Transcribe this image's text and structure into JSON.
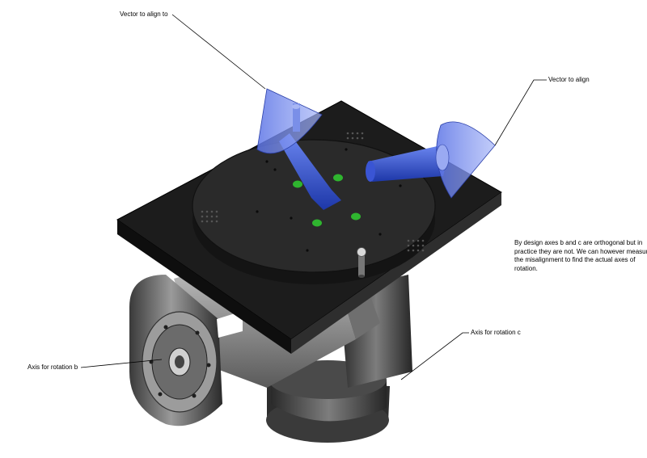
{
  "labels": {
    "vector_to_align_to": "Vector to align to",
    "vector_to_align": "Vector to align",
    "axis_b": "Axis for rotation b",
    "axis_c": "Axis for rotation c",
    "note": "By design axes b and c are orthogonal but in practice they are not. We can however measure the misalignment to find the actual axes of rotation."
  },
  "colors": {
    "body_dark": "#2b2b2b",
    "body_light": "#8a8a8a",
    "plate": "#1c1c1c",
    "vector_blue": "#2f4fc8",
    "cone_blue": "#6f86f0",
    "dot_green": "#33b233"
  }
}
